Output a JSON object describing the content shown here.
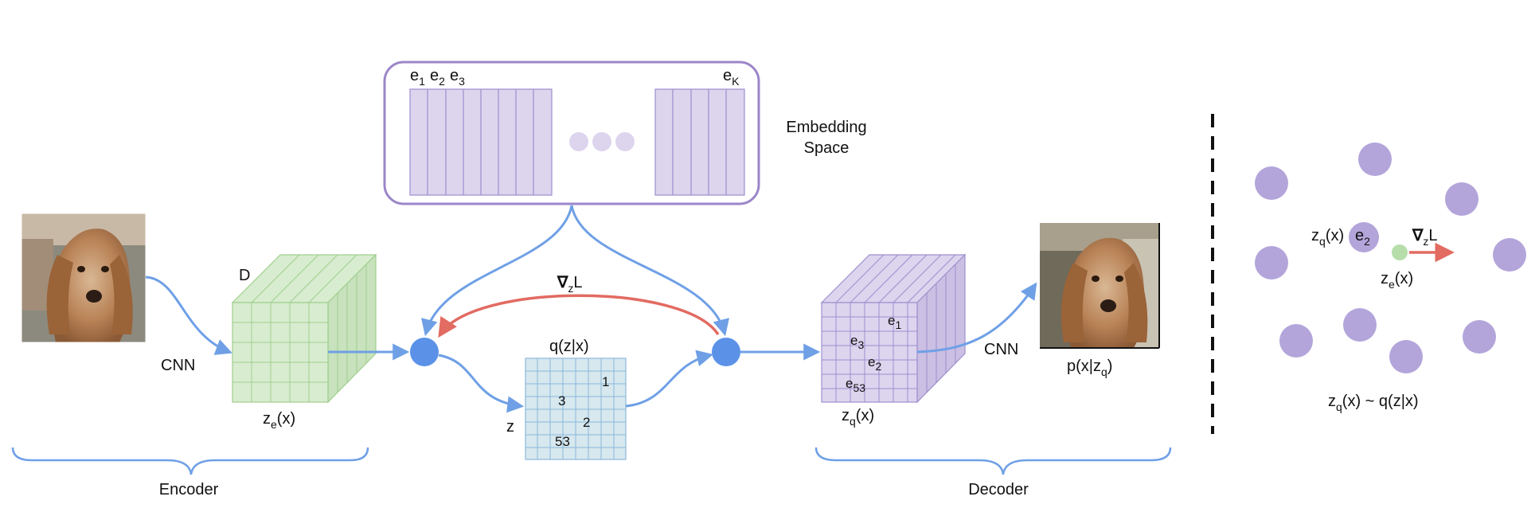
{
  "colors": {
    "arrow_blue": "#6fa0e6",
    "arrow_red": "#e26b62",
    "node_blue": "#5b92e8",
    "encoder_fill": "#d8ecd0",
    "encoder_line": "#9fcf8e",
    "latent_fill": "#d7e8ee",
    "latent_line": "#8ab8dc",
    "purple_fill": "#ddd4ee",
    "purple_line": "#9d8fce",
    "frame_stroke": "#9b86c9",
    "dot_fill": "#b3a5da",
    "green_dot": "#b7deaa",
    "image_fur": "#b07a4a"
  },
  "icons": {
    "input_image": "spaniel-dog-photo",
    "output_image": "spaniel-dog-photo"
  },
  "labels": {
    "e1": "e",
    "e1_sub": "1",
    "e2": "e",
    "e2_sub": "2",
    "e3": "e",
    "e3_sub": "3",
    "eK": "e",
    "eK_sub": "K",
    "embedding_space_line1": "Embedding",
    "embedding_space_line2": "Space",
    "cnn_left": "CNN",
    "cnn_right": "CNN",
    "d": "D",
    "ze_main": "z",
    "ze_sub": "e",
    "ze_tail": "(x)",
    "grad": "∇",
    "grad_sub": "z",
    "grad_tail": "L",
    "qzx": "q(z|x)",
    "z": "z",
    "latent_1": "1",
    "latent_3": "3",
    "latent_2": "2",
    "latent_53": "53",
    "dec_e1": "e",
    "dec_e1_sub": "1",
    "dec_e3": "e",
    "dec_e3_sub": "3",
    "dec_e2": "e",
    "dec_e2_sub": "2",
    "dec_e53": "e",
    "dec_e53_sub": "53",
    "zq_main": "z",
    "zq_sub": "q",
    "zq_tail": "(x)",
    "pxzq_main": "p(x|z",
    "pxzq_sub": "q",
    "pxzq_tail": ")",
    "encoder": "Encoder",
    "decoder": "Decoder",
    "right_zq_main": "z",
    "right_zq_sub": "q",
    "right_zq_tail": "(x)",
    "right_e2": "e",
    "right_e2_sub": "2",
    "right_grad": "∇",
    "right_grad_sub": "z",
    "right_grad_tail": "L",
    "right_ze_main": "z",
    "right_ze_sub": "e",
    "right_ze_tail": "(x)",
    "right_bottom_main": "z",
    "right_bottom_sub": "q",
    "right_bottom_tail": "(x) ~ q(z|x)"
  }
}
